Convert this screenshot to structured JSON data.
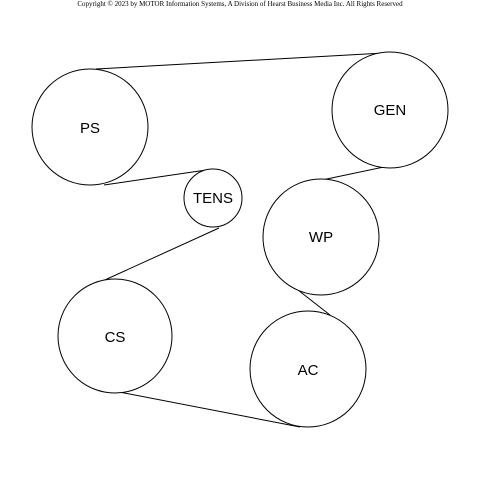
{
  "copyright": "Copyright © 2023 by MOTOR Information Systems, A Division of Hearst Business Media Inc.  All Rights Reserved",
  "colors": {
    "line": "#000000",
    "background": "#ffffff"
  },
  "pulleys": {
    "ps": "PS",
    "gen": "GEN",
    "tens": "TENS",
    "wp": "WP",
    "cs": "CS",
    "ac": "AC"
  }
}
